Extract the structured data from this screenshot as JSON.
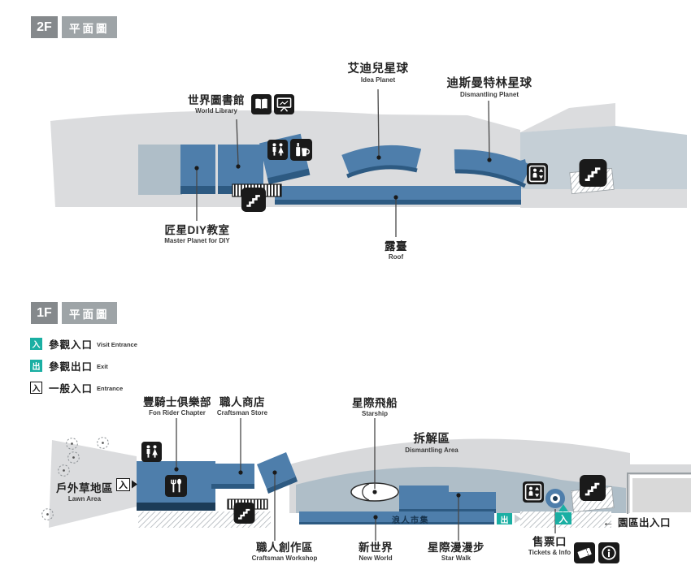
{
  "floor2": {
    "badge": {
      "floor": "2F",
      "title": "平面圖"
    },
    "areas": {
      "world_library": {
        "cn": "世界圖書館",
        "en": "World Library"
      },
      "idea_planet": {
        "cn": "艾迪兒星球",
        "en": "Idea Planet"
      },
      "dismantling_planet": {
        "cn": "迪斯曼特林星球",
        "en": "Dismantling Planet"
      },
      "master_planet_diy": {
        "cn": "匠星DIY教室",
        "en": "Master Planet for DIY"
      },
      "roof": {
        "cn": "露臺",
        "en": "Roof"
      }
    },
    "icons": [
      "book-icon",
      "presentation-icon",
      "restroom-icon",
      "drinks-icon",
      "stairs-icon",
      "elevator-icon"
    ]
  },
  "floor1": {
    "badge": {
      "floor": "1F",
      "title": "平面圖"
    },
    "legend": [
      {
        "symbol": "入",
        "cn": "參觀入口",
        "en": "Visit Entrance",
        "variant": "teal"
      },
      {
        "symbol": "出",
        "cn": "參觀出口",
        "en": "Exit",
        "variant": "teal"
      },
      {
        "symbol": "入",
        "cn": "一般入口",
        "en": "Entrance",
        "variant": "outline"
      }
    ],
    "areas": {
      "fon_rider_chapter": {
        "cn": "豐騎士俱樂部",
        "en": "Fon Rider Chapter"
      },
      "craftsman_store": {
        "cn": "職人商店",
        "en": "Craftsman Store"
      },
      "starship": {
        "cn": "星際飛船",
        "en": "Starship"
      },
      "dismantling_area": {
        "cn": "拆解區",
        "en": "Dismantling Area"
      },
      "lawn_area": {
        "cn": "戶外草地區",
        "en": "Lawn Area"
      },
      "craftsman_workshop": {
        "cn": "職人創作區",
        "en": "Craftsman Workshop"
      },
      "new_world": {
        "cn": "新世界",
        "en": "New World"
      },
      "star_walk": {
        "cn": "星際漫漫步",
        "en": "Star Walk"
      },
      "ronin_market": {
        "cn": "浪人市集"
      },
      "tickets_info": {
        "cn": "售票口",
        "en": "Tickets & Info"
      },
      "park_gate": {
        "cn": "園區出入口",
        "arrow": "←"
      }
    },
    "markers": {
      "general_entrance": "入",
      "visit_entrance": "入",
      "exit": "出"
    },
    "icons": [
      "restroom-icon",
      "restaurant-icon",
      "stairs-icon",
      "elevator-icon",
      "ticket-booth-marker",
      "tickets-icon",
      "info-icon",
      "starship-shape",
      "tree-icon"
    ]
  },
  "colors": {
    "building_blue": "#4E7EAB",
    "building_blue_dark": "#2D5A82",
    "map_gray": "#DBDCDE",
    "hill_gray": "#D8D9DB",
    "map_bluegray": "#AFBEC8",
    "panel_bluegray": "#C5CFD6",
    "navy": "#1C3C58",
    "teal": "#1AAFA3",
    "badge_dark": "#85898C",
    "badge_light": "#9EA4A7",
    "icon_black": "#1A1A1A"
  }
}
